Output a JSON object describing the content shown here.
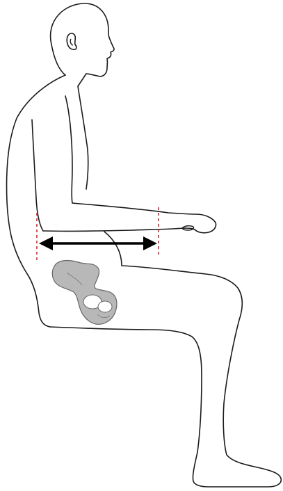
{
  "figure": {
    "subject": "seated-human-profile",
    "measurement": "forearm-length",
    "colors": {
      "outline": "#1a1a1a",
      "pelvis_fill": "#b8b8b8",
      "pelvis_stroke": "#666666",
      "guide_lines": "#e0252b",
      "arrow": "#000000",
      "background": "#ffffff"
    },
    "icons": {
      "arrow": "double-headed-arrow",
      "pelvis": "pelvis-bone"
    }
  }
}
